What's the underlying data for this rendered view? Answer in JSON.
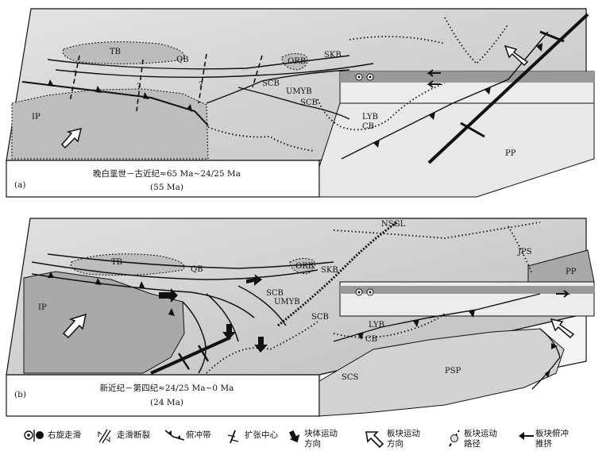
{
  "panel_a": {
    "letter": "(a)",
    "caption": "晚白垩世－古近纪≈65 Ma~24/25 Ma",
    "sub_caption": "(55 Ma)",
    "labels": {
      "TB": "TB",
      "QB": "QB",
      "ORB": "ORB",
      "SKB": "SKB",
      "SCB_left": "SCB",
      "UMYB": "UMYB",
      "SCB": "SCB",
      "LYB": "LYB",
      "CB": "CB",
      "IP": "IP",
      "PP": "PP",
      "q1": "?",
      "q2": "?",
      "q3": "?"
    }
  },
  "panel_b": {
    "letter": "(b)",
    "caption": "新近纪－第四纪≈24/25 Ma~0 Ma",
    "sub_caption": "(24 Ma)",
    "labels": {
      "TB": "TB",
      "QB": "QB",
      "ORB": "ORB",
      "SKB": "SKB",
      "NSGL": "NSGL",
      "JPS": "JPS",
      "PP": "PP",
      "SCB_left": "SCB",
      "UMYB": "UMYB",
      "SCB": "SCB",
      "LYB": "LYB",
      "CB": "CB",
      "IP": "IP",
      "SCS": "SCS",
      "PSP": "PSP"
    }
  },
  "legend": [
    {
      "key": "dextral",
      "label": "右旋走滑"
    },
    {
      "key": "strike_slip",
      "label": "走滑断裂"
    },
    {
      "key": "thrust",
      "label": "俯冲带"
    },
    {
      "key": "spreading",
      "label": "扩张中心"
    },
    {
      "key": "block_motion",
      "label": "块体运动",
      "label2": "方向"
    },
    {
      "key": "plate_motion",
      "label": "板块运动",
      "label2": "方向"
    },
    {
      "key": "plate_path",
      "label": "板块运动",
      "label2": "路径"
    },
    {
      "key": "subduction_push",
      "label": "板块俯冲",
      "label2": "推挤"
    }
  ],
  "colors": {
    "terrain": "#d6d6d6",
    "plate": "#a9a9a9",
    "side": "#c4c4c4",
    "ink": "#111111"
  }
}
